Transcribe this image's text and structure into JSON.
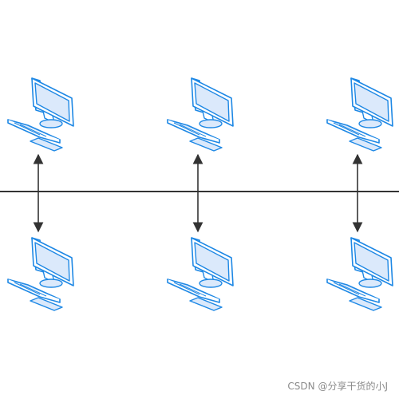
{
  "diagram": {
    "type": "bus-network",
    "node_count": 6,
    "node_icon": "desktop-computer-icon",
    "rows": [
      {
        "position": "top",
        "nodes": 3
      },
      {
        "position": "bottom",
        "nodes": 3
      }
    ],
    "connector": "double-headed-arrow",
    "colors": {
      "icon_stroke": "#1e88e5",
      "icon_fill": "#dbe9fb",
      "icon_white": "#ffffff",
      "bus_line": "#333333",
      "arrow": "#333333"
    }
  },
  "watermark": {
    "text": "CSDN @分享干货的小J"
  }
}
